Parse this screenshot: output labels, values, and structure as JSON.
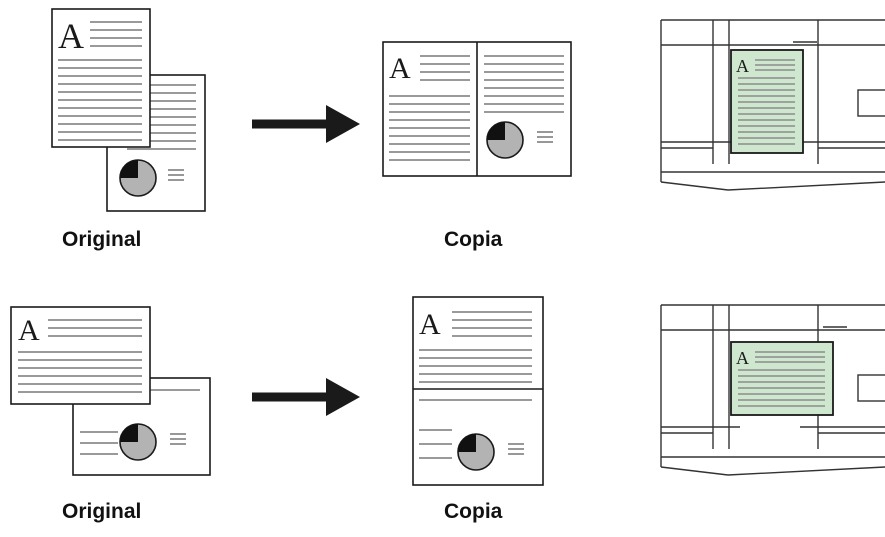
{
  "rows": [
    {
      "original_label": "Original",
      "copy_label": "Copia"
    },
    {
      "original_label": "Original",
      "copy_label": "Copia"
    }
  ],
  "doc_letter": "A",
  "colors": {
    "page_fill": "#ffffff",
    "stroke": "#1a1a1a",
    "text_line": "#8c8c8c",
    "pie_fill": "#b3b3b3",
    "pie_slice": "#111111",
    "arrow": "#1a1a1a",
    "placed_original_fill": "#cfe6cf",
    "scanner_line": "#333333"
  },
  "icons": {
    "arrow": "right-arrow-icon",
    "pie": "pie-chart-icon",
    "scanner": "scanner-glass-icon"
  }
}
